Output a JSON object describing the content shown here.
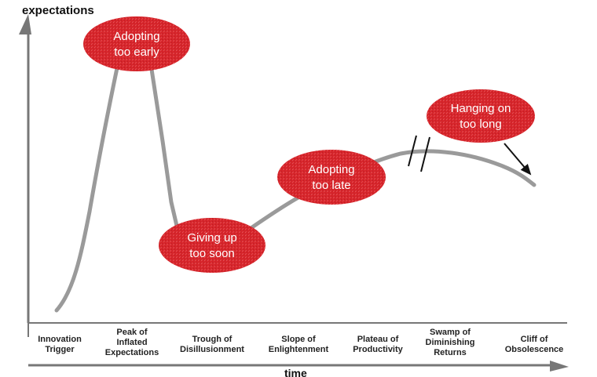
{
  "axes": {
    "y_label": "expectations",
    "x_label": "time"
  },
  "phases": [
    [
      "Innovation",
      "Trigger"
    ],
    [
      "Peak of",
      "Inflated",
      "Expectations"
    ],
    [
      "Trough of",
      "Disillusionment"
    ],
    [
      "Slope of",
      "Enlightenment"
    ],
    [
      "Plateau of",
      "Productivity"
    ],
    [
      "Swamp of",
      "Diminishing",
      "Returns"
    ],
    [
      "Cliff of",
      "Obsolescence"
    ]
  ],
  "bubbles": [
    {
      "lines": [
        "Adopting",
        "too early"
      ]
    },
    {
      "lines": [
        "Giving up",
        "too soon"
      ]
    },
    {
      "lines": [
        "Adopting",
        "too late"
      ]
    },
    {
      "lines": [
        "Hanging on",
        "too long"
      ]
    }
  ],
  "colors": {
    "curve": "#9a9a9a",
    "bubble": "#d8262c",
    "bubble_text": "#ffffff",
    "axis": "#777777",
    "text": "#222222"
  }
}
